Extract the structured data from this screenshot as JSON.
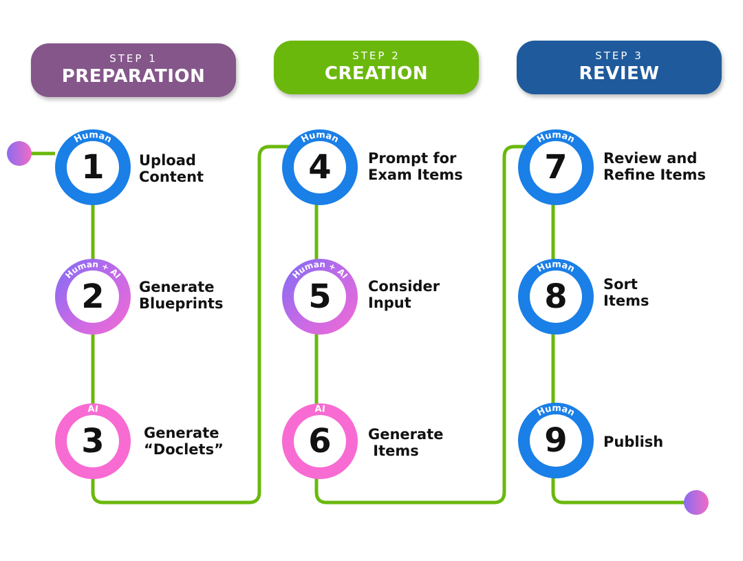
{
  "headers": [
    {
      "sub": "STEP 1",
      "main": "PREPARATION",
      "color": "#84568a"
    },
    {
      "sub": "STEP 2",
      "main": "CREATION",
      "color": "#6bb80d"
    },
    {
      "sub": "STEP 3",
      "main": "REVIEW",
      "color": "#1f5b9c"
    }
  ],
  "steps": [
    {
      "number": "1",
      "badge": "Human",
      "label": "Upload\nContent",
      "style": "blue"
    },
    {
      "number": "2",
      "badge": "Human + AI",
      "label": "Generate\nBlueprints",
      "style": "gradient"
    },
    {
      "number": "3",
      "badge": "AI",
      "label": "Generate\n“Doclets”",
      "style": "pink"
    },
    {
      "number": "4",
      "badge": "Human",
      "label": "Prompt for\nExam Items",
      "style": "blue"
    },
    {
      "number": "5",
      "badge": "Human + AI",
      "label": "Consider\nInput",
      "style": "gradient"
    },
    {
      "number": "6",
      "badge": "AI",
      "label": "Generate\n Items",
      "style": "pink"
    },
    {
      "number": "7",
      "badge": "Human",
      "label": "Review and\nRefine Items",
      "style": "blue"
    },
    {
      "number": "8",
      "badge": "Human",
      "label": "Sort\nItems",
      "style": "blue"
    },
    {
      "number": "9",
      "badge": "Human",
      "label": "Publish",
      "style": "blue"
    }
  ],
  "colors": {
    "connector": "#6bb80d",
    "human": "#1a7fe6",
    "ai": "#f86bd2"
  }
}
